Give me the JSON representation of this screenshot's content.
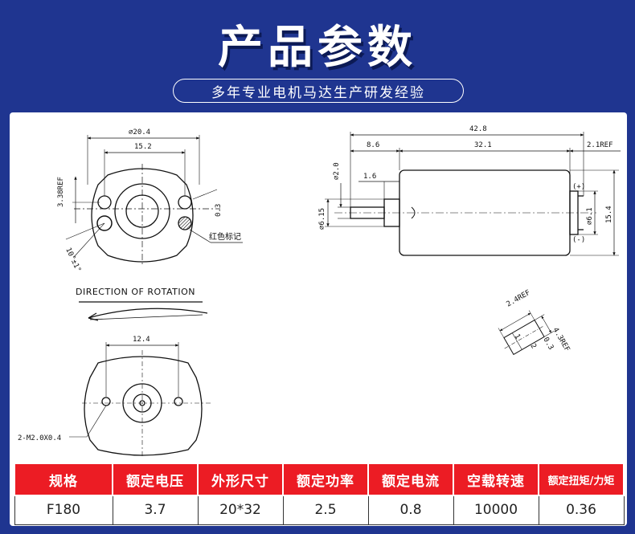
{
  "header": {
    "title": "产品参数",
    "subtitle": "多年专业电机马达生产研发经验"
  },
  "drawing": {
    "front_top_width": "⌀20.4",
    "front_hole_spacing": "15.2",
    "front_height_ref": "3.38REF",
    "front_small_dim": "0.3",
    "front_angle": "10°±1°",
    "red_mark_label": "红色标记",
    "rotation_label": "DIRECTION OF ROTATION",
    "back_width": "12.4",
    "back_thread_label": "2-M2.0X0.4",
    "side_total_length": "42.8",
    "side_shaft_length": "8.6",
    "side_body_length": "32.1",
    "side_terminal_ref": "2.1REF",
    "side_shaft_dia": "⌀2.0",
    "side_boss_length": "1.6",
    "side_boss_dia": "⌀6.15",
    "side_terminal_dia": "⌀6.1",
    "side_body_height": "15.4",
    "plus_label": "(+)",
    "minus_label": "(-)",
    "detail_ref1": "2.4REF",
    "detail_ref2": "4.3REF",
    "detail_dim1": "0.3",
    "detail_dim2": "2",
    "detail_dim3": "1"
  },
  "spec_table": {
    "headers": [
      "规格",
      "额定电压",
      "外形尺寸",
      "额定功率",
      "额定电流",
      "空载转速",
      "额定扭矩/力矩"
    ],
    "values": [
      "F180",
      "3.7",
      "20*32",
      "2.5",
      "0.8",
      "10000",
      "0.36"
    ]
  }
}
